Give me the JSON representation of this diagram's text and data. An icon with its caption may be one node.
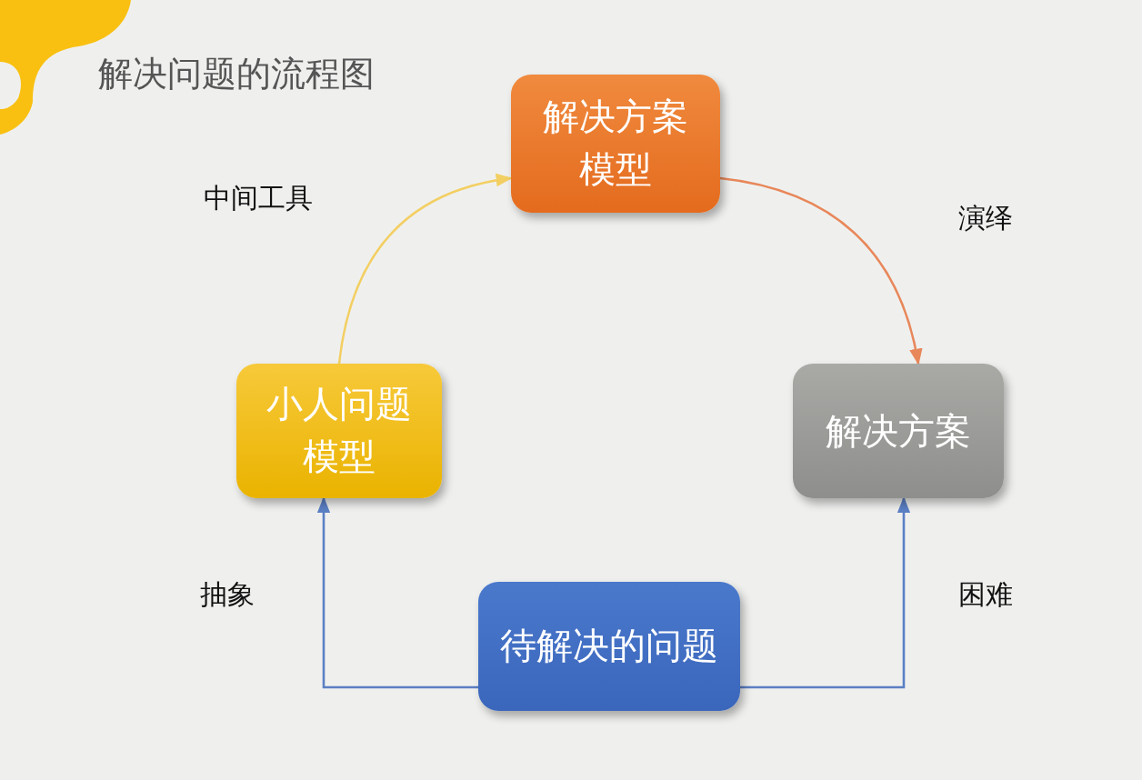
{
  "diagram": {
    "title": "解决问题的流程图",
    "nodes": [
      {
        "text": [
          "解决方案模型"
        ]
      },
      {
        "text": [
          "小人问题模型"
        ]
      },
      {
        "text": [
          "解决方案"
        ]
      },
      {
        "text": [
          "待解决的问题"
        ]
      }
    ],
    "edges": [
      {
        "from": 1,
        "to": 0,
        "arrow": "to",
        "label": "中间工具",
        "color": "#f3cf63"
      },
      {
        "from": 0,
        "to": 2,
        "arrow": "to",
        "label": "演绎",
        "color": "#e8875a"
      },
      {
        "from": 3,
        "to": 1,
        "arrow": "to",
        "label": "抽象"
      },
      {
        "from": 3,
        "to": 2,
        "arrow": "to",
        "label": "困难"
      }
    ]
  }
}
